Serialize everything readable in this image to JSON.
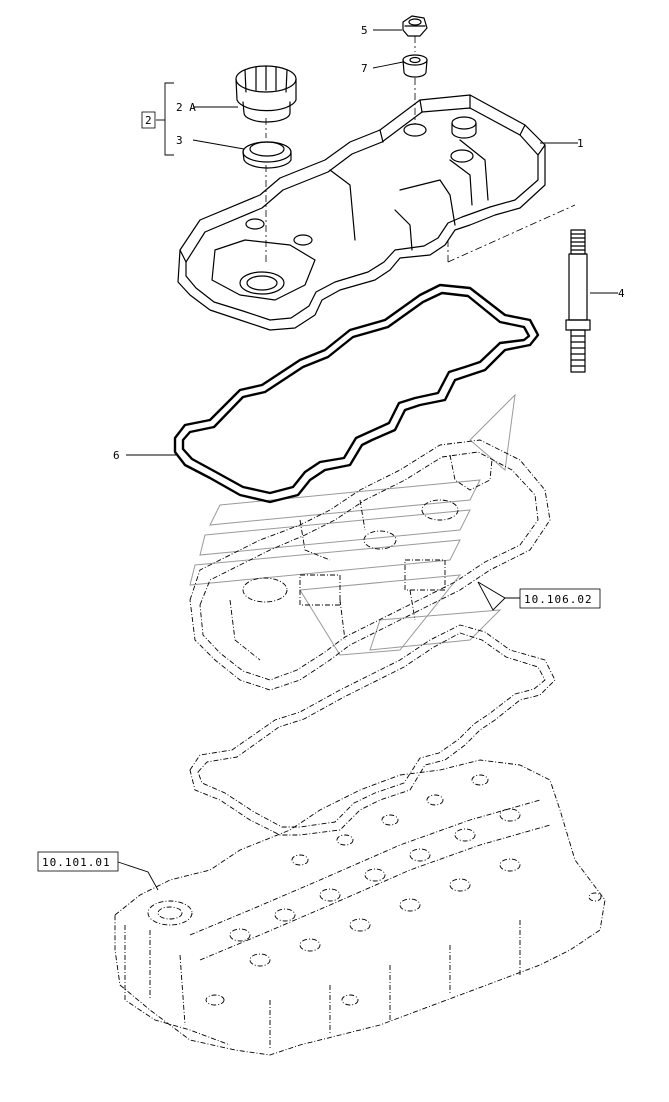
{
  "callouts": {
    "cover": "1",
    "kit": "2",
    "cap": "2 A",
    "seal": "3",
    "stud": "4",
    "nut": "5",
    "gasket": "6",
    "washer": "7"
  },
  "references": {
    "upper": "10.106.02",
    "lower": "10.101.01"
  }
}
